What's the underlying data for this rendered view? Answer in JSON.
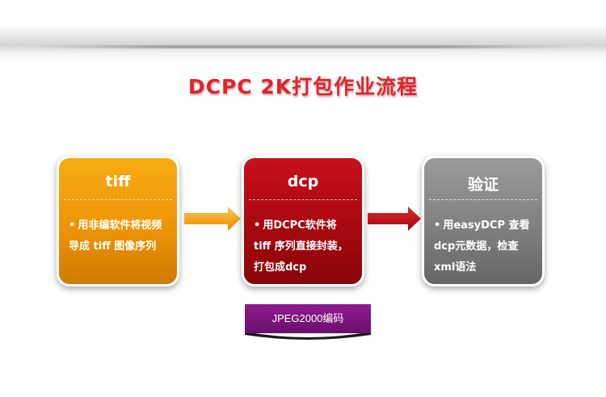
{
  "title": "DCPC 2K打包作业流程",
  "cards": [
    {
      "heading": "tiff",
      "bullet": "•",
      "lines": [
        "用非编软件将视频",
        "导成 tiff 图像序列"
      ],
      "color": "#f39c0a"
    },
    {
      "heading": "dcp",
      "bullet": "•",
      "lines": [
        "用DCPC软件将",
        "tiff 序列直接封装，",
        "打包成dcp"
      ],
      "color": "#b00a12"
    },
    {
      "heading": "验证",
      "bullet": "•",
      "lines": [
        "用easyDCP 查看",
        "dcp元数据，检查",
        "xml语法"
      ],
      "color": "#858585"
    }
  ],
  "encode_label": "JPEG2000编码",
  "colors": {
    "title": "#e0242c",
    "arrow_orange": "#f39c0a",
    "arrow_red": "#c8101a",
    "encode": "#7a157b"
  }
}
